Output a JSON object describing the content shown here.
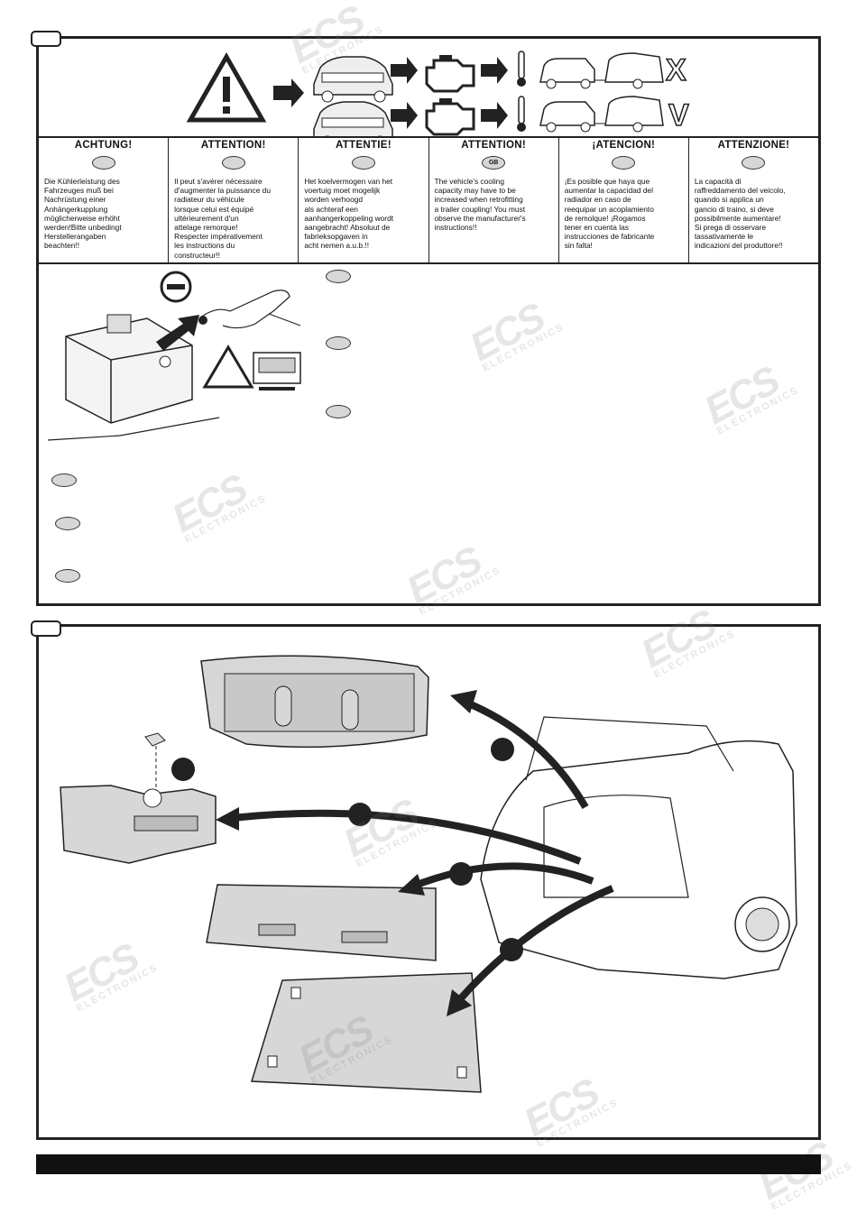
{
  "watermark": {
    "brand": "ECS",
    "sub": "ELECTRONICS"
  },
  "cooling_notes": [
    {
      "heading": "ACHTUNG!",
      "badge": "",
      "text": "Die Kühlerleistung des\nFahrzeuges muß bei\nNachrüstung einer\nAnhängerkupplung\nmöglicherweise erhöht\nwerden!Bitte unbedingt\nHerstellerangaben\nbeachten!!"
    },
    {
      "heading": "ATTENTION!",
      "badge": "",
      "text": "Il peut s'avérer nécessaire\nd'augmenter la puissance du\nradiateur du véhicule\nlorsque celui est équipé\nultérieurement d'un\nattelage remorque!\nRespecter impérativement\nles instructions du\nconstructeur!!"
    },
    {
      "heading": "ATTENTIE!",
      "badge": "",
      "text": "Het koelvermogen van het\nvoertuig moet mogelijk\nworden verhoogd\nals achteraf een\naanhangerkoppeling wordt\naangebracht! Absoluut de\nfabrieksopgaven in\nacht nemen a.u.b.!!"
    },
    {
      "heading": "ATTENTION!",
      "badge": "GB",
      "text": "The vehicle's cooling\ncapacity may have to be\nincreased when retrofitting\na trailer coupling! You must\nobserve the manufacturer's\ninstructions!!"
    },
    {
      "heading": "¡ATENCION!",
      "badge": "",
      "text": "¡Es posible que haya que\naumentar la capacidad del\nradiador en caso de\nreequipar un acoplamiento\nde remolque! ¡Rogamos\ntener en cuenta las\ninstrucciones de fabricante\nsin falta!"
    },
    {
      "heading": "ATTENZIONE!",
      "badge": "",
      "text": "La capacità di\nraffreddamento del veicolo,\nquando si applica un\ngancio di traino, si deve\npossibilmente aumentare!\nSi prega di osservare\ntassativamente le\nindicazioni del produttore!!"
    }
  ],
  "symbols": {
    "cross": "X",
    "check": "V",
    "minus": "−",
    "warning": "!"
  },
  "colors": {
    "line": "#222222",
    "fill_gray": "#d7d7d7",
    "dark_gray": "#555555"
  }
}
